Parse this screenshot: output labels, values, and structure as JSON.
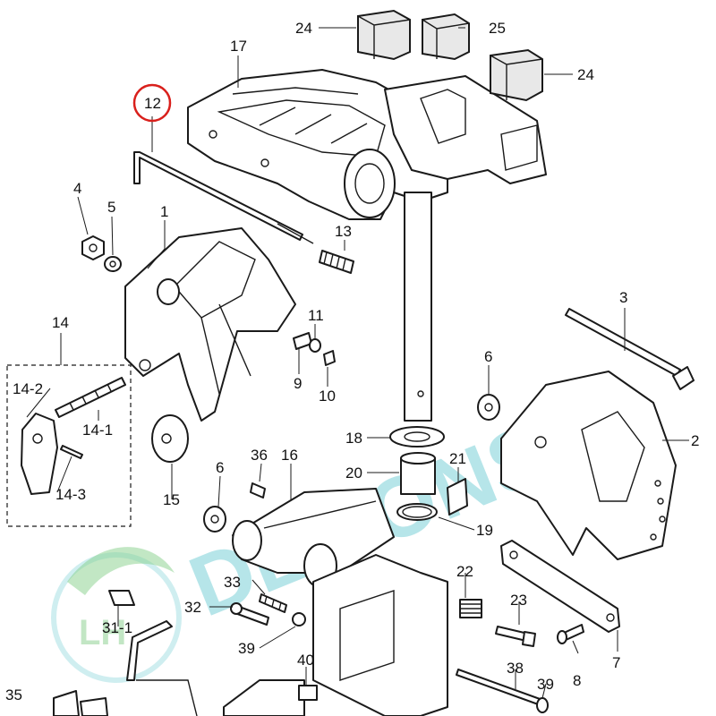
{
  "labels": {
    "l24a": "24",
    "l25": "25",
    "l24b": "24",
    "l17": "17",
    "l12": "12",
    "l4": "4",
    "l5": "5",
    "l1": "1",
    "l13": "13",
    "l3": "3",
    "l14": "14",
    "l11": "11",
    "l14_2": "14-2",
    "l9": "9",
    "l10": "10",
    "l6a": "6",
    "l14_1": "14-1",
    "l2": "2",
    "l18": "18",
    "l36": "36",
    "l16": "16",
    "l20": "20",
    "l21": "21",
    "l14_3": "14-3",
    "l15": "15",
    "l6b": "6",
    "l19": "19",
    "l22": "22",
    "l33": "33",
    "l23": "23",
    "l32": "32",
    "l31_1": "31-1",
    "l39a": "39",
    "l8": "8",
    "l7": "7",
    "l40": "40",
    "l38": "38",
    "l39b": "39",
    "l35": "35"
  },
  "watermark": {
    "text": "DEMONS",
    "logo_text": "LH",
    "color": "#5fc7cf"
  },
  "highlight": {
    "part": "12",
    "color": "#d9201c"
  }
}
